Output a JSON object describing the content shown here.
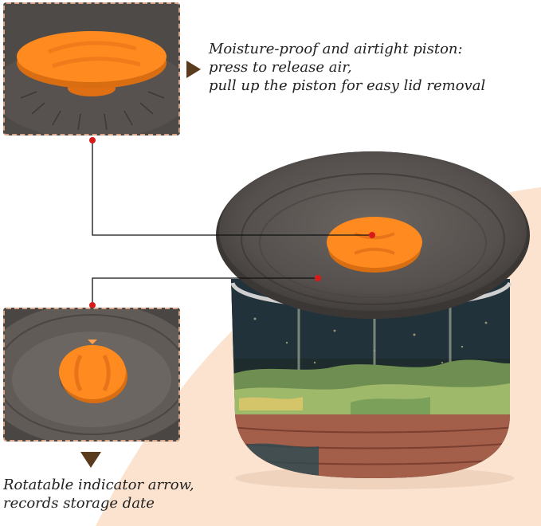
{
  "captions": {
    "piston": [
      "Moisture-proof and airtight piston:",
      "press to release air,",
      "pull up the piston for easy lid removal"
    ],
    "indicator": [
      "Rotatable indicator arrow,",
      "records storage date"
    ]
  },
  "colors": {
    "peach": "#fbe3cf",
    "lid": "#5a5552",
    "piston": "#ff8a1f",
    "accent": "#5a3b1e",
    "dot": "#d91a1a"
  }
}
